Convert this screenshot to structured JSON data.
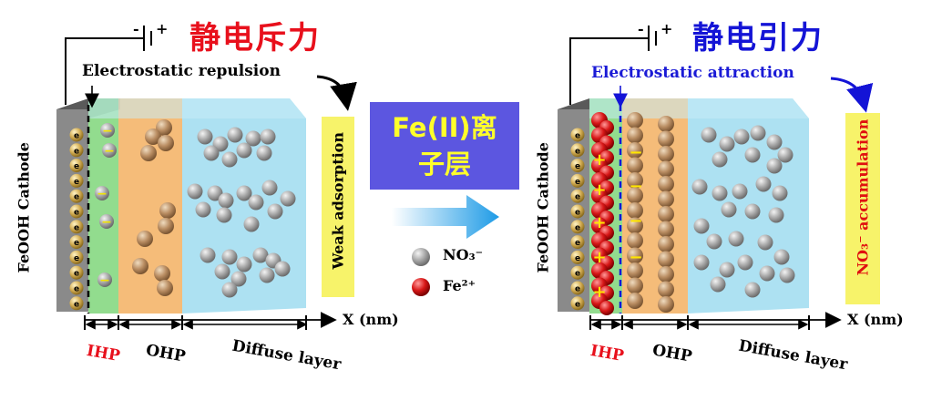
{
  "left": {
    "title": "静电斥力",
    "caption": "Electrostatic repulsion",
    "cathode_label": "FeOOH Cathode",
    "side_box": "Weak adsorption",
    "electron": "e",
    "layer_charge": "−",
    "axis": "X (nm)",
    "regions": {
      "ihp": "IHP",
      "ohp": "OHP",
      "diffuse": "Diffuse layer"
    }
  },
  "right": {
    "title": "静电引力",
    "caption": "Electrostatic attraction",
    "cathode_label": "FeOOH Cathode",
    "side_box": "NO₃⁻ accumulation",
    "electron": "e",
    "fe_charge": "+",
    "layer_charge": "−",
    "axis": "X (nm)",
    "regions": {
      "ihp": "IHP",
      "ohp": "OHP",
      "diffuse": "Diffuse layer"
    }
  },
  "middle": {
    "fe_layer_line1": "Fe(II)离",
    "fe_layer_line2": "子层"
  },
  "legend": {
    "nitrate": "NO₃⁻",
    "iron": "Fe²⁺"
  },
  "battery_symbols": {
    "minus": "-",
    "plus": "+"
  },
  "colors": {
    "repulsion_title": "#e8101c",
    "attraction_title": "#1414d6",
    "ihp_label": "#e8101c",
    "attraction_caption": "#1a1ad6",
    "accumulation_text": "#e01010",
    "fe_box": "#5c56e0",
    "fe_text": "#ffff2a",
    "electrode": "#8a8a8a",
    "ihp_zone": "#7fd67a",
    "ohp_zone": "#f4b56a",
    "diffuse_zone": "#9fdcf0"
  }
}
